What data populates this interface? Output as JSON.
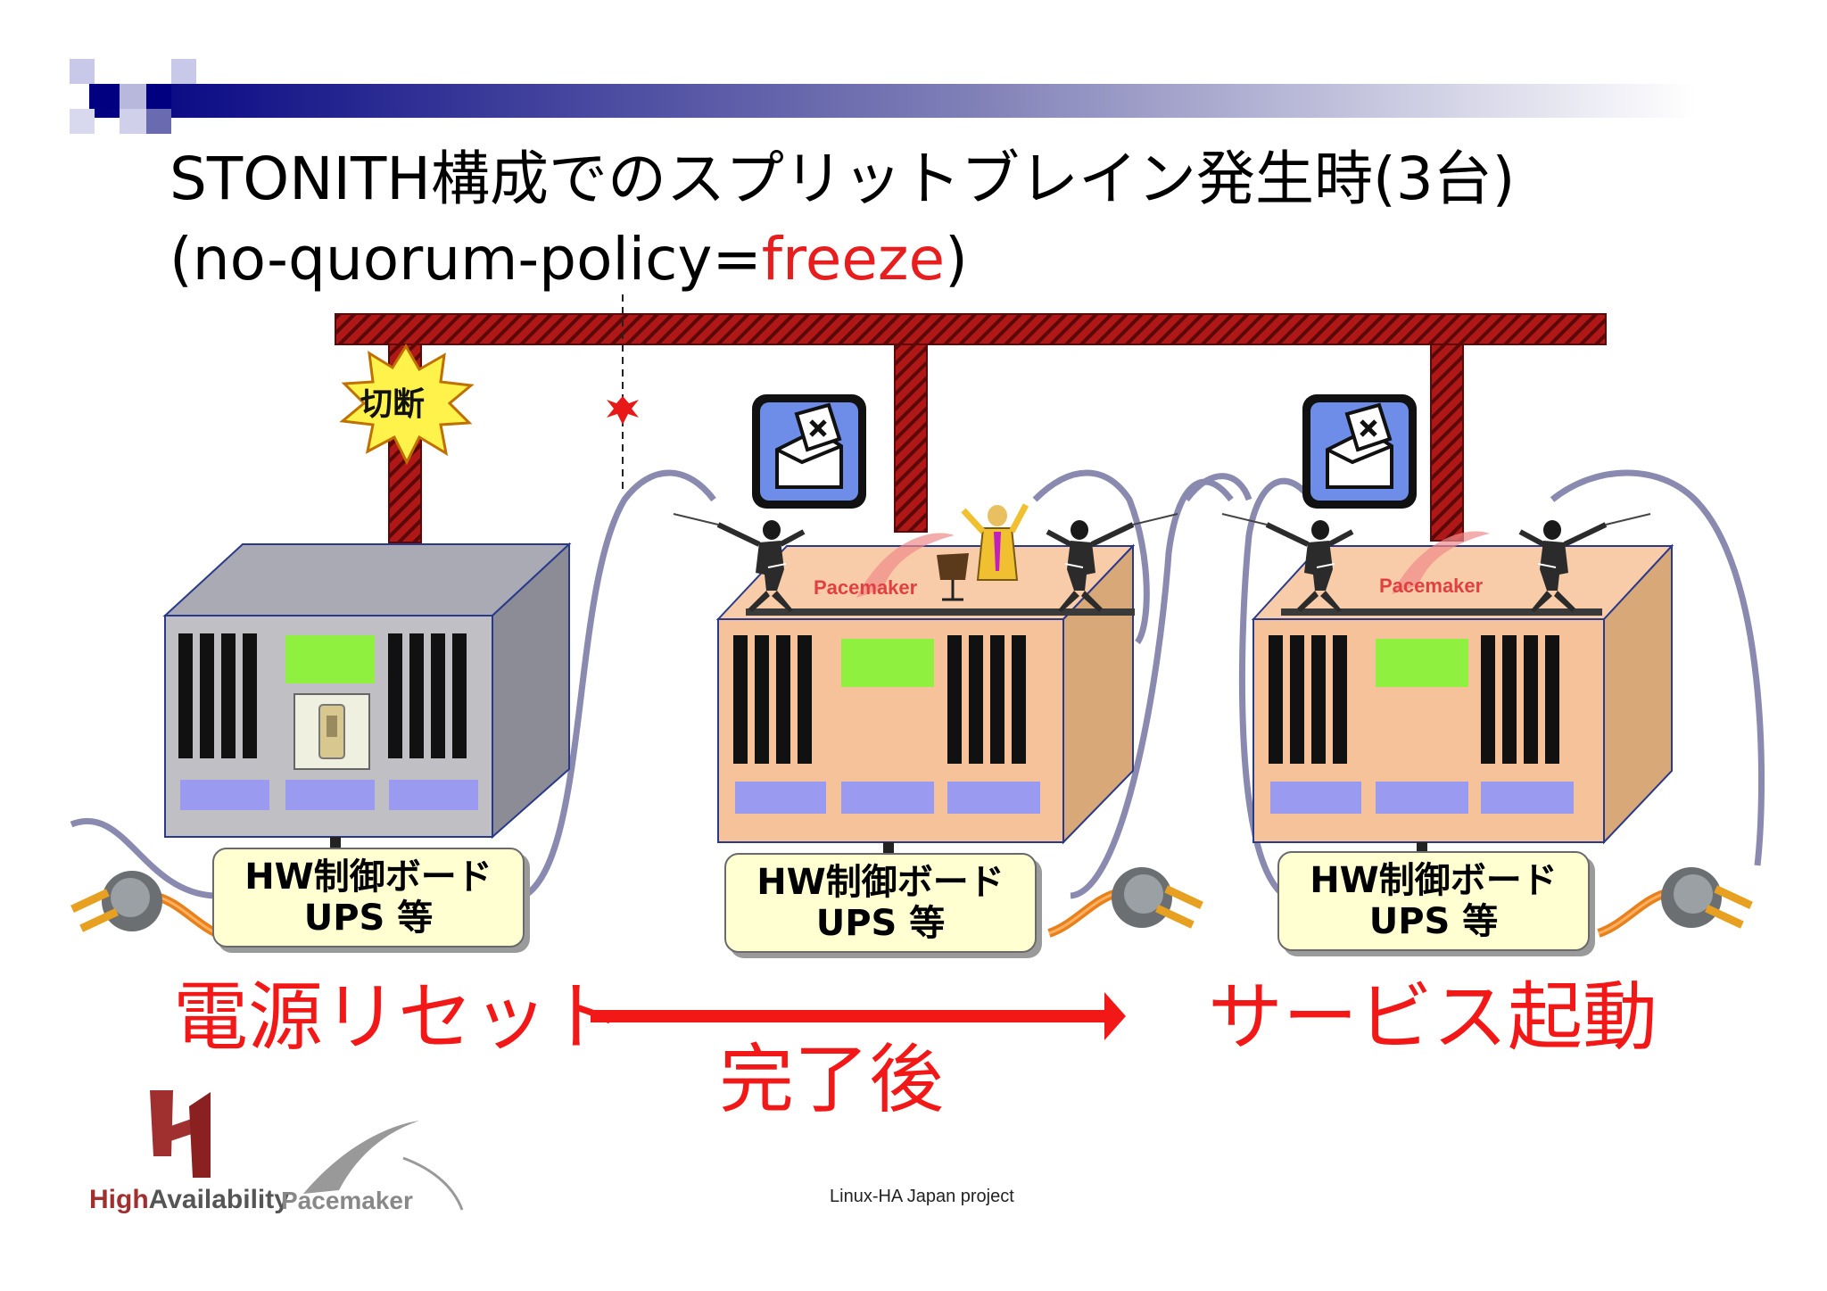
{
  "title": {
    "line1": "STONITH構成でのスプリットブレイン発生時(3台)",
    "line2_prefix": "(no-quorum-policy=",
    "line2_highlight": "freeze",
    "line2_suffix": ")"
  },
  "cut_label": "切断",
  "nodes": [
    {
      "board_line1": "HW制御ボード",
      "board_line2": "UPS 等",
      "pacemaker": ""
    },
    {
      "board_line1": "HW制御ボード",
      "board_line2": "UPS 等",
      "pacemaker": "Pacemaker"
    },
    {
      "board_line1": "HW制御ボード",
      "board_line2": "UPS 等",
      "pacemaker": "Pacemaker"
    }
  ],
  "flow": {
    "start": "電源リセット",
    "middle": "完了後",
    "end": "サービス起動"
  },
  "logos": {
    "ha_high": "High",
    "ha_rest": "Availability",
    "pacemaker": "Pacemaker"
  },
  "footer": "Linux-HA Japan project",
  "colors": {
    "accent_red": "#f21818",
    "network_bar": "#b01818",
    "server_gray": "#c0c0c4",
    "server_peach": "#f6c29a",
    "label_fill": "#ffffd2"
  }
}
